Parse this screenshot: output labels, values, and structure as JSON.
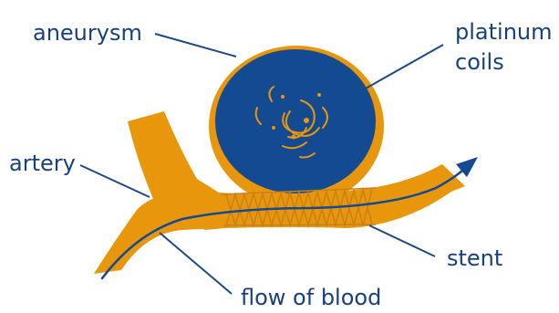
{
  "labels": {
    "aneurysm": "aneurysm",
    "platinum_line1": "platinum",
    "platinum_line2": "coils",
    "artery": "artery",
    "stent": "stent",
    "flow": "flow of blood"
  },
  "colors": {
    "vessel": "#e8960c",
    "coil": "#134a92",
    "line": "#1a4a88",
    "text": "#17407e",
    "stent": "#c78116"
  }
}
